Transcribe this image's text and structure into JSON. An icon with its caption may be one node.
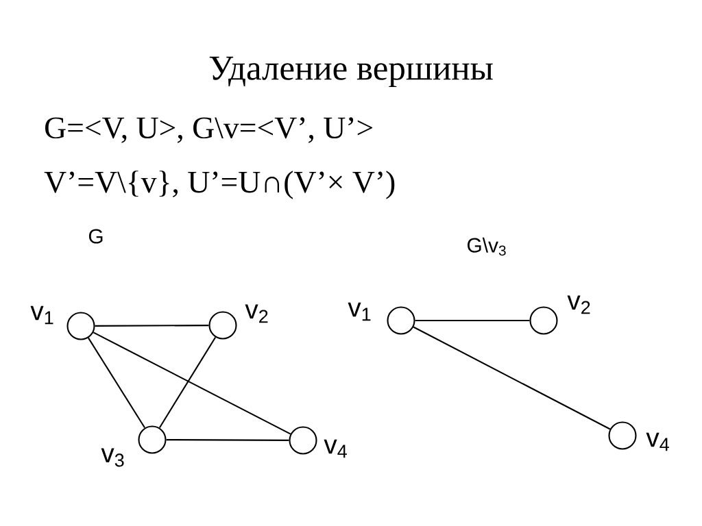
{
  "diagram": {
    "title": "Удаление вершины",
    "nodes": [
      {
        "text": [],
        "shape": "circle",
        "beside": [
          "v$_{1}$"
        ]
      },
      {
        "text": [],
        "shape": "circle",
        "beside": [
          "v$_{2}$"
        ]
      },
      {
        "text": [],
        "shape": "circle",
        "beside": [
          "v$_{3}$"
        ]
      },
      {
        "text": [],
        "shape": "circle",
        "beside": [
          "v$_{4}$"
        ]
      },
      {
        "text": [],
        "shape": "circle",
        "beside": [
          "v$_{1}$"
        ]
      },
      {
        "text": [],
        "shape": "circle",
        "beside": [
          "v$_{2}$"
        ]
      },
      {
        "text": [],
        "shape": "circle",
        "beside": [
          "v$_{4}$"
        ]
      }
    ],
    "edges": [
      {
        "from": 0,
        "to": 1,
        "arrow": "none"
      },
      {
        "from": 0,
        "to": 2,
        "arrow": "none"
      },
      {
        "from": 1,
        "to": 2,
        "arrow": "none"
      },
      {
        "from": 0,
        "to": 3,
        "arrow": "none"
      },
      {
        "from": 2,
        "to": 3,
        "arrow": "none"
      },
      {
        "from": 4,
        "to": 5,
        "arrow": "none"
      },
      {
        "from": 4,
        "to": 6,
        "arrow": "none"
      }
    ],
    "labels": [
      "G=<V, U>, G\\v=<V’, U’>",
      "V’=V\\{v}, U’=U∩(V’× V’)",
      "G",
      "G\\v$_{3}$"
    ]
  }
}
